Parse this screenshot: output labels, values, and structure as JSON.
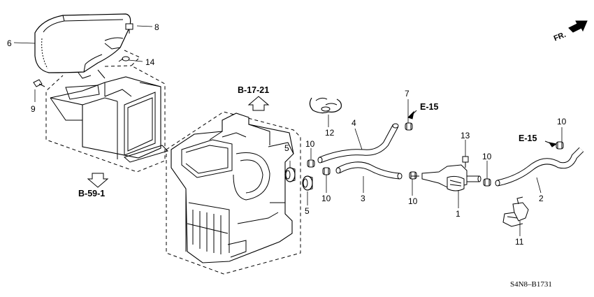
{
  "diagram_code": "S4N8–B1731",
  "direction_label": "FR.",
  "references": {
    "heater_case_top": "B-17-21",
    "blower_case": "B-59-1",
    "pipe_upper": "E-15",
    "pipe_right": "E-15"
  },
  "callouts": {
    "c1": "1",
    "c2": "2",
    "c3": "3",
    "c4": "4",
    "c5a": "5",
    "c5b": "5",
    "c6": "6",
    "c7": "7",
    "c8": "8",
    "c9": "9",
    "c10a": "10",
    "c10b": "10",
    "c10c": "10",
    "c10d": "10",
    "c10e": "10",
    "c11": "11",
    "c12": "12",
    "c13": "13",
    "c14": "14"
  }
}
